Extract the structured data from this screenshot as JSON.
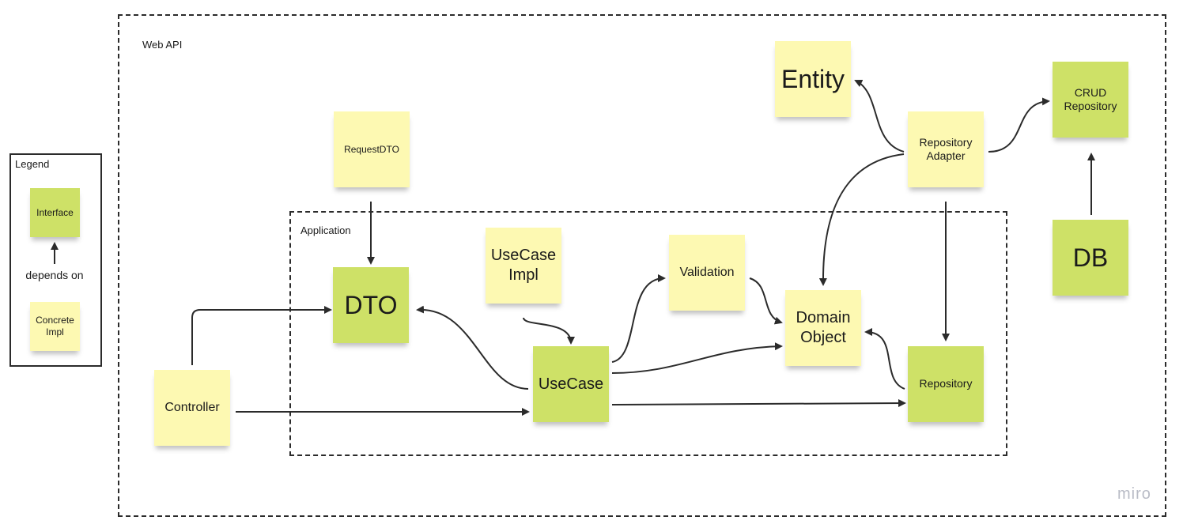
{
  "frames": {
    "web_api": "Web API",
    "application": "Application",
    "legend": "Legend"
  },
  "legend": {
    "interface": "Interface",
    "concrete": "Concrete\nImpl",
    "caption": "depends on"
  },
  "notes": {
    "entity": "Entity",
    "crud_repository": "CRUD\nRepository",
    "request_dto": "RequestDTO",
    "repository_adapter": "Repository\nAdapter",
    "dto": "DTO",
    "usecase_impl": "UseCase\nImpl",
    "validation": "Validation",
    "domain_object": "Domain\nObject",
    "db": "DB",
    "controller": "Controller",
    "usecase": "UseCase",
    "repository": "Repository"
  },
  "colors": {
    "concrete": "#fdf9b2",
    "interface": "#cee167"
  },
  "watermark": "miro"
}
